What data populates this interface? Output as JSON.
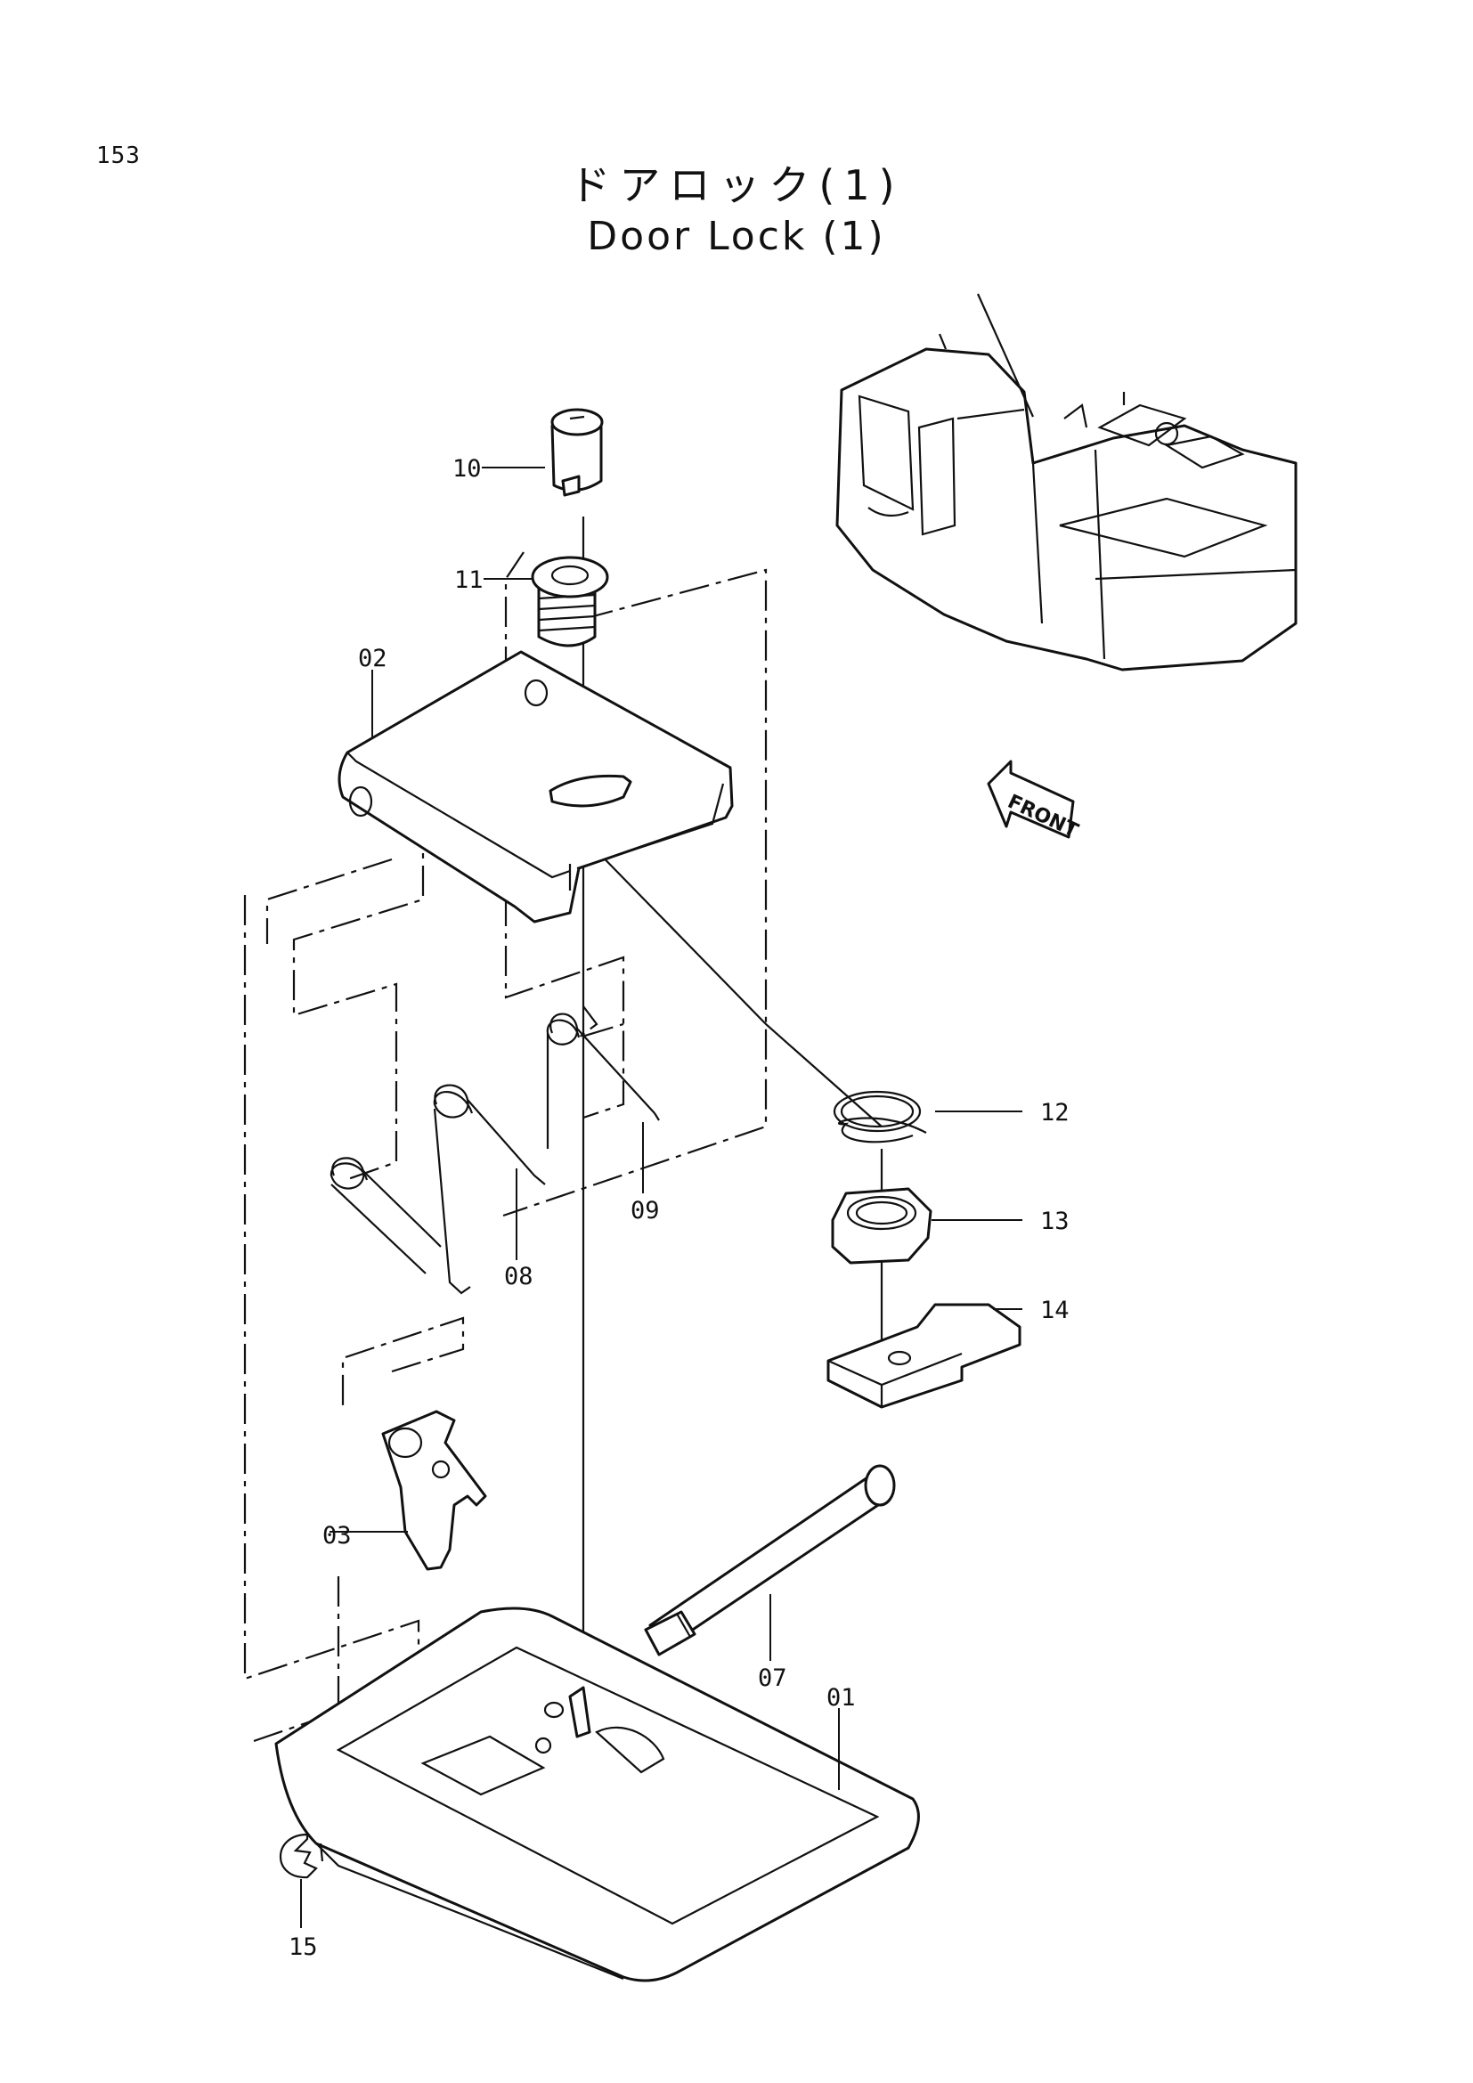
{
  "page": {
    "number": "153"
  },
  "title": {
    "japanese": "ドアロック(1)",
    "english": "Door Lock (1)"
  },
  "front_badge": "FRONT",
  "callouts": [
    "01",
    "02",
    "03",
    "07",
    "08",
    "09",
    "10",
    "11",
    "12",
    "13",
    "14",
    "15"
  ]
}
